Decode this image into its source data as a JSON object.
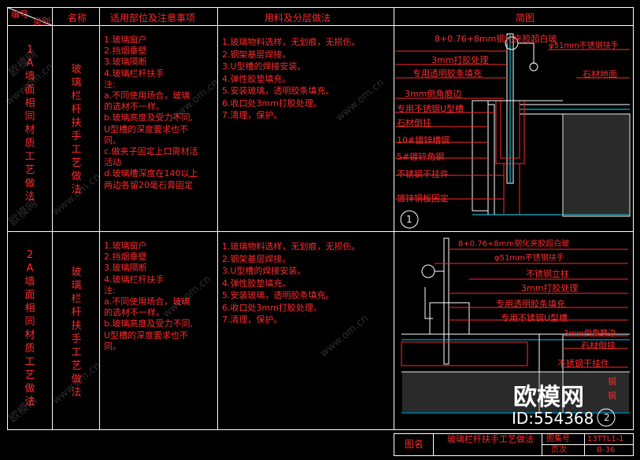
{
  "header": {
    "code_label": "编号",
    "category_label": "类别",
    "name_label": "名称",
    "scope_label": "适用部位及注意事项",
    "material_label": "用料及分层做法",
    "sketch_label": "简图"
  },
  "rows": [
    {
      "category_vertical": "1A墙面相同材质工艺做法",
      "name_vertical": "玻璃栏杆扶手工艺做法",
      "scope_items": [
        "1.玻璃窗户",
        "2.挡烟垂壁",
        "3.玻璃隔断",
        "4.玻璃栏杆扶手",
        "注:",
        "a.不同使用场合，玻璃",
        "  的选材不一样。",
        "b.玻璃高度及受力不同,",
        "  U型槽的深度要求也不",
        "  同。",
        "c.做夹子固定上口需材活",
        "  活动",
        "d.玻璃槽深度在140以上",
        "  两边各留20毫石膏固定"
      ],
      "material_items": [
        "1.玻璃物料选样，无划痕，无损伤。",
        "2.钢架基层焊接。",
        "3.U型槽的焊接安装。",
        "4.弹性胶垫填充。",
        "5.安装玻璃，透明胶条填充。",
        "6.收口处3mm打胶处理。",
        "7.清理，保护。"
      ]
    },
    {
      "category_vertical": "2A墙面相同材质工艺做法",
      "name_vertical": "玻璃栏杆扶手工艺做法",
      "scope_items": [
        "1.玻璃窗户",
        "2.挡烟垂壁",
        "3.玻璃隔断",
        "4.玻璃栏杆扶手",
        "注:",
        "a.不同使用场合，玻璃",
        "  的选材不一样。",
        "b.玻璃高度及受力不同,",
        "  U型槽的深度要求也不",
        "  同。"
      ],
      "material_items": [
        "1.玻璃物料选样，无划痕，无损伤。",
        "2.钢架基层焊接。",
        "3.U型槽的焊接安装。",
        "4.弹性胶垫填充。",
        "5.安装玻璃，透明胶条填充。",
        "6.收口处3mm打胶处理。",
        "7.清理，保护。"
      ]
    }
  ],
  "detail1": {
    "labels": [
      "8+0.76+8mm钢化夹胶超白玻",
      "3mm打胶处理",
      "专用透明胶条填充",
      "3mm倒角磨边",
      "专用不锈钢U型槽",
      "石材倒挂",
      "10#镀锌槽钢",
      "5#镀锌角钢",
      "不锈钢干挂件",
      "镀锌钢板固定"
    ],
    "right_labels": [
      "φ51mm不锈钢扶手",
      "石材地面"
    ],
    "number": "1"
  },
  "detail2": {
    "labels": [
      "8+0.76+8mm钢化夹胶超白玻",
      "φ51mm不锈钢扶手",
      "不锈钢立柱",
      "3mm打胶处理",
      "专用透明胶条填充",
      "专用不锈钢U型槽",
      "3mm倒角磨边",
      "石材倒挂",
      "不锈钢干挂件",
      "钢",
      "钢"
    ],
    "number": "2"
  },
  "title_block": {
    "name_label": "图名",
    "name_value": "玻璃栏杆扶手工艺做法",
    "sheet_label": "图集号",
    "sheet_value": "13TTL1-1",
    "page_label": "页次",
    "page_value": "B-36"
  },
  "watermark": {
    "logo": "欧模网",
    "id_text": "ID:554368",
    "site": "www.om.cn",
    "brand": "欧模网"
  },
  "colors": {
    "background": "#000000",
    "line": "#ffffff",
    "text": "#ff2a2a",
    "accent": "#00c8ff",
    "cyan": "#00e5ff"
  }
}
